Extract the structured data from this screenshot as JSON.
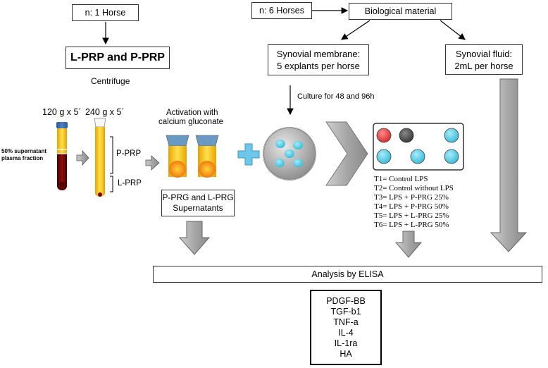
{
  "boxes": {
    "n1_horse": "n: 1 Horse",
    "n6_horses": "n: 6 Horses",
    "biological_material": "Biological material",
    "lprp_pprp": "L-PRP and P-PRP",
    "synovial_membrane_line1": "Synovial membrane:",
    "synovial_membrane_line2": "5 explants per horse",
    "synovial_fluid_line1": "Synovial fluid:",
    "synovial_fluid_line2": "2mL per horse",
    "supernatants_line1": "P-PRG and L-PRG",
    "supernatants_line2": "Supernatants",
    "analysis": "Analysis by ELISA"
  },
  "labels": {
    "centrifuge": "Centrifuge",
    "spin1": "120 g x 5´",
    "spin2": "240 g x 5´",
    "supernatant_line1": "50% supernatant",
    "supernatant_line2": "plasma fraction",
    "p_prp": "P-PRP",
    "l_prp": "L-PRP",
    "activation_line1": "Activation with",
    "activation_line2": "calcium gluconate",
    "culture": "Culture for  48 and 96h"
  },
  "treatments": [
    "T1= Control LPS",
    "T2= Control without LPS",
    "T3= LPS + P-PRG 25%",
    "T4= LPS + P-PRG  50%",
    "T5= LPS +  L-PRG  25%",
    "T6= LPS +  L-PRG  50%"
  ],
  "biomarkers": [
    "PDGF-BB",
    "TGF-b1",
    "TNF-a",
    "IL-4",
    "IL-1ra",
    "HA"
  ],
  "colors": {
    "tube_yellow": "#f2c511",
    "tube_red": "#7a0a0a",
    "well_blue": "#5fcfe8",
    "well_red": "#e53d3d",
    "well_grey": "#555555",
    "plus_blue": "#6ec6e8",
    "arrow_grey": "#b0b0b0"
  }
}
